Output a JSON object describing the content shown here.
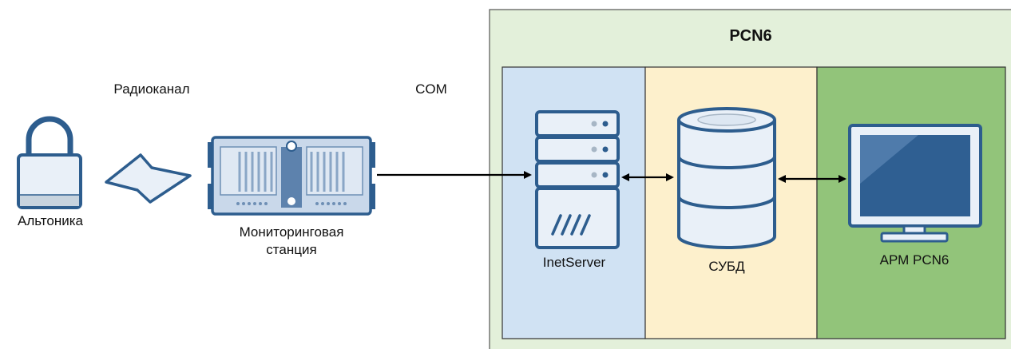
{
  "diagram": {
    "group_title": "PCN6",
    "nodes": {
      "lock": {
        "label": "Альтоника"
      },
      "radio": {
        "label": "Радиоканал"
      },
      "station": {
        "label_line1": "Мониторинговая",
        "label_line2": "станция"
      },
      "com": {
        "label": "COM"
      },
      "server": {
        "label": "InetServer"
      },
      "db": {
        "label": "СУБД"
      },
      "arm": {
        "label": "АРМ PCN6"
      }
    },
    "edges": [
      {
        "from": "station",
        "to": "server",
        "kind": "one-way"
      },
      {
        "from": "server",
        "to": "db",
        "kind": "two-way"
      },
      {
        "from": "db",
        "to": "arm",
        "kind": "two-way"
      }
    ],
    "colors": {
      "outer_panel": "#e3f0da",
      "server_panel": "#d0e2f3",
      "db_panel": "#fdf0cc",
      "arm_panel": "#92c47a",
      "icon_stroke": "#2d5d8e",
      "icon_fill": "#e9f0f8"
    }
  }
}
